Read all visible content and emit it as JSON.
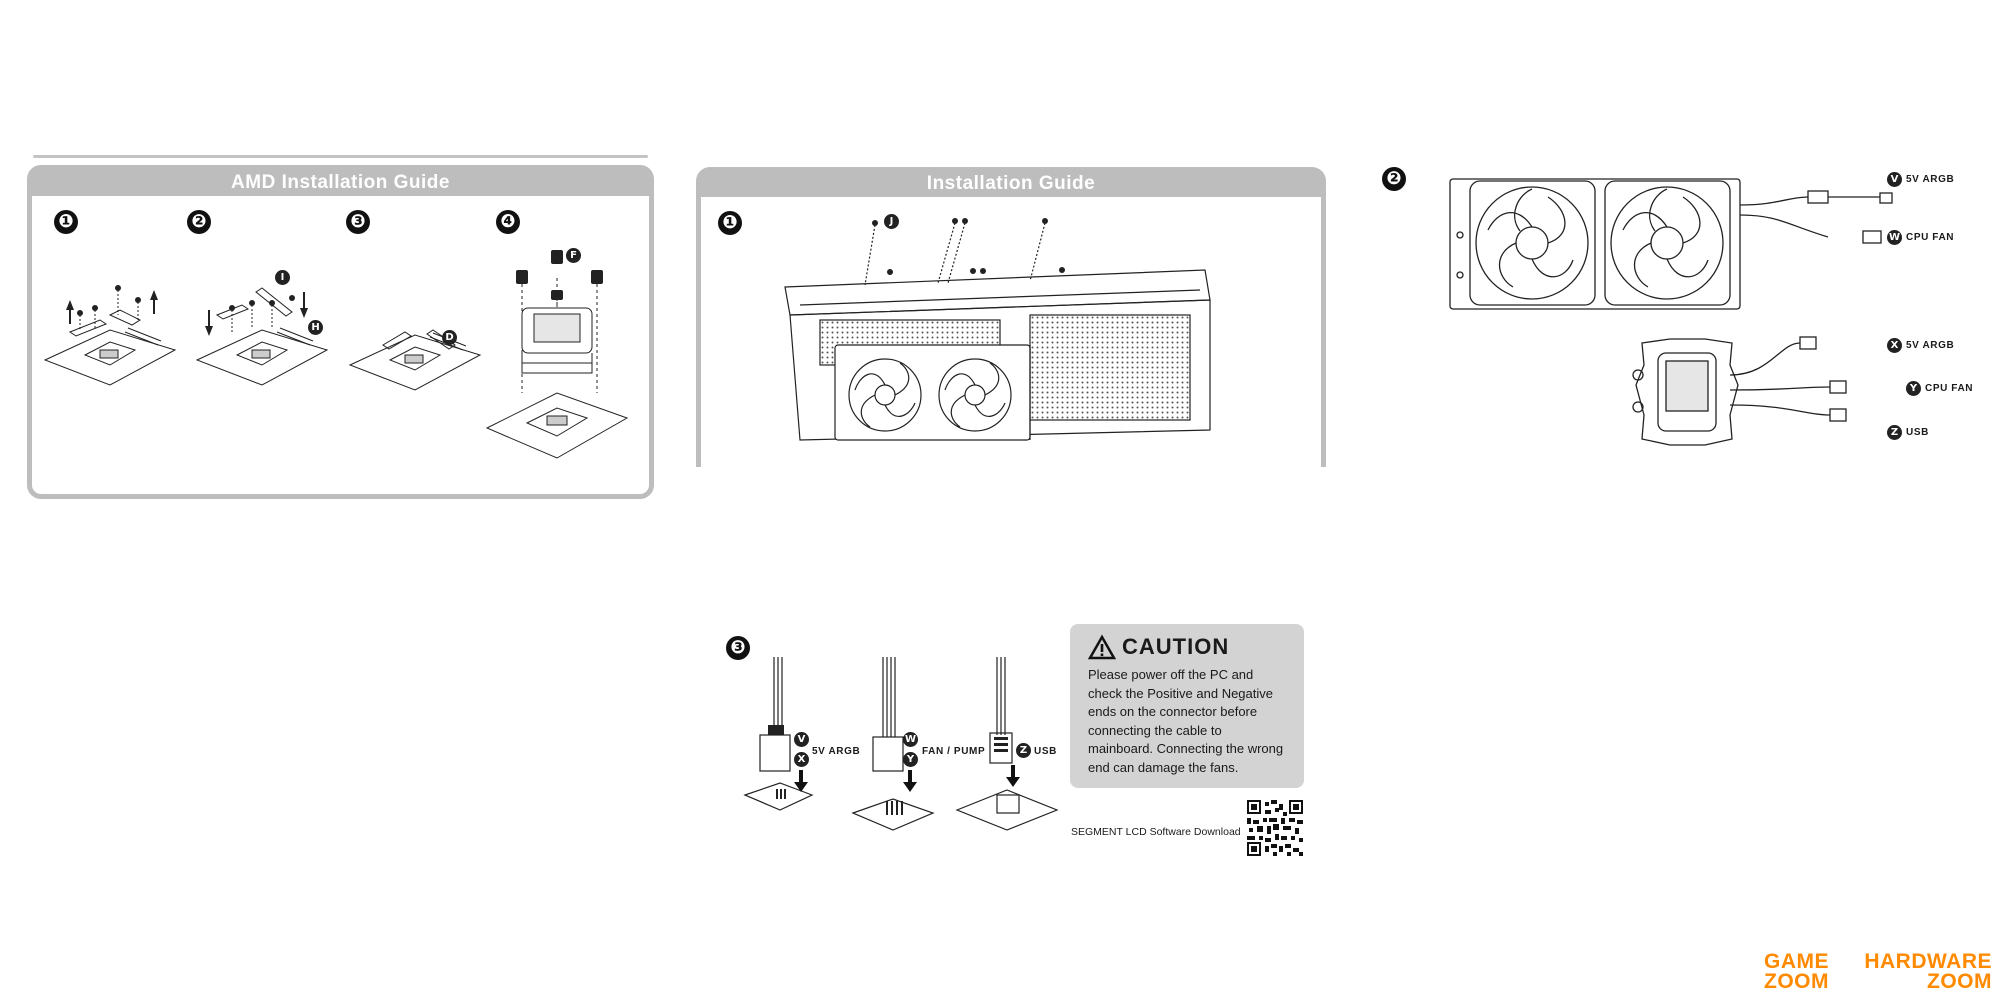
{
  "amd_panel": {
    "title": "AMD Installation Guide",
    "steps": [
      "❶",
      "❷",
      "❸",
      "❹"
    ],
    "badges": {
      "i": "I",
      "h": "H",
      "d": "D",
      "f": "F"
    }
  },
  "install_panel": {
    "title": "Installation Guide",
    "step": "❶",
    "badge_j": "J"
  },
  "wiring": {
    "step": "❷",
    "radiator": [
      {
        "badge": "V",
        "label": "5V ARGB"
      },
      {
        "badge": "W",
        "label": "CPU FAN"
      }
    ],
    "pump": [
      {
        "badge": "X",
        "label": "5V ARGB"
      },
      {
        "badge": "Y",
        "label": "CPU FAN"
      },
      {
        "badge": "Z",
        "label": "USB"
      }
    ]
  },
  "connectors": {
    "step": "❸",
    "items": [
      {
        "badges": [
          "V",
          "X"
        ],
        "label": "5V ARGB"
      },
      {
        "badges": [
          "W",
          "Y"
        ],
        "label": "FAN / PUMP"
      },
      {
        "badges": [
          "Z"
        ],
        "label": "USB"
      }
    ]
  },
  "caution": {
    "title": "CAUTION",
    "text": "Please power off the PC and check the Positive and Negative ends on the connector before connecting the cable to mainboard. Connecting the wrong end can damage the fans."
  },
  "qr": {
    "label": "SEGMENT LCD Software Download"
  },
  "watermark": {
    "left_line1": "GAME",
    "left_line2": "ZOOM",
    "right_line1": "HARDWARE",
    "right_line2": "ZOOM",
    "color": "#ff8a00"
  }
}
